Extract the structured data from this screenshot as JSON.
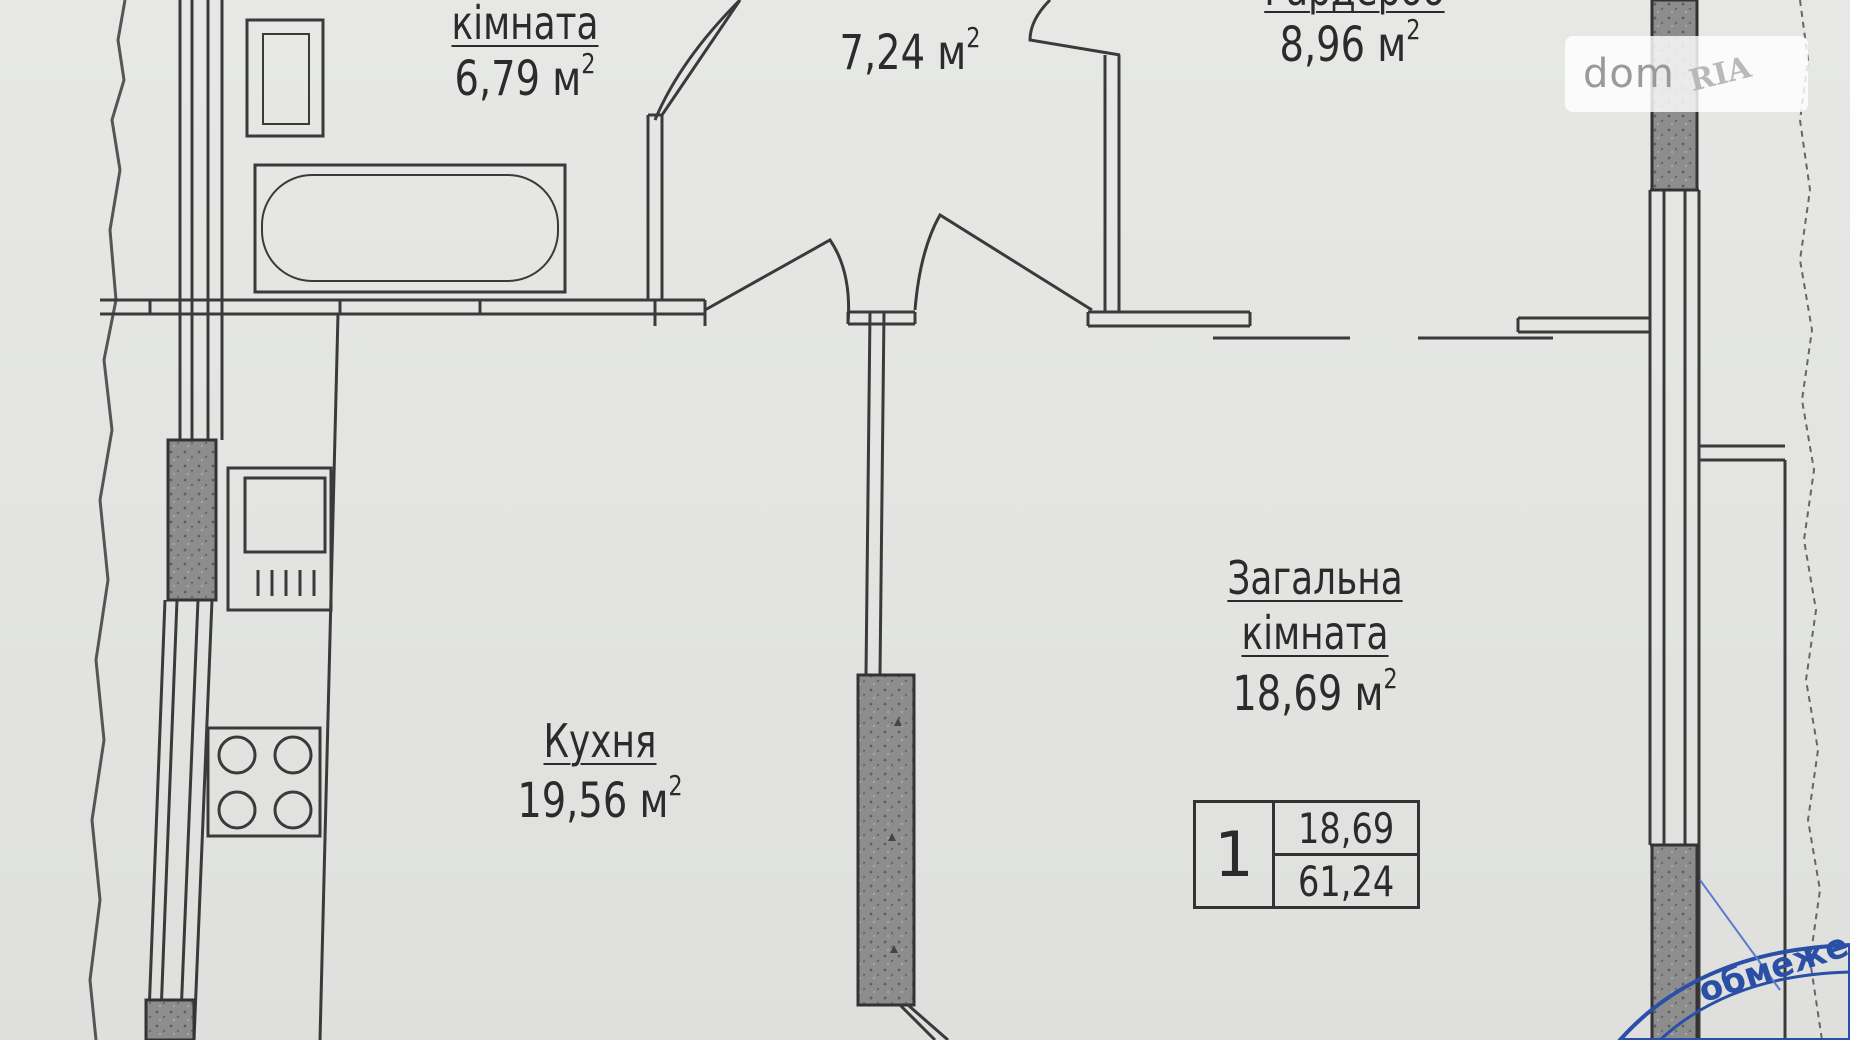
{
  "rooms": {
    "bathroom": {
      "name": "кімната",
      "area": "6,79 м"
    },
    "corridor": {
      "area": "7,24 м"
    },
    "wardrobe": {
      "name": "Гардероб",
      "area": "8,96 м"
    },
    "living": {
      "name_line1": "Загальна",
      "name_line2": "кімната",
      "area": "18,69 м"
    },
    "kitchen": {
      "name": "Кухня",
      "area": "19,56 м"
    }
  },
  "area_unit_exponent": "2",
  "summary_table": {
    "room_count": "1",
    "living_area": "18,69",
    "total_area": "61,24"
  },
  "watermark": {
    "text": "dom",
    "badge": "RIA"
  },
  "stamp": {
    "text": "обмеже"
  },
  "colors": {
    "paper": "#e4e5e3",
    "lines": "#3a3a3a",
    "wall_fill": "#8f8f8f",
    "stamp": "#2a4fa6"
  }
}
